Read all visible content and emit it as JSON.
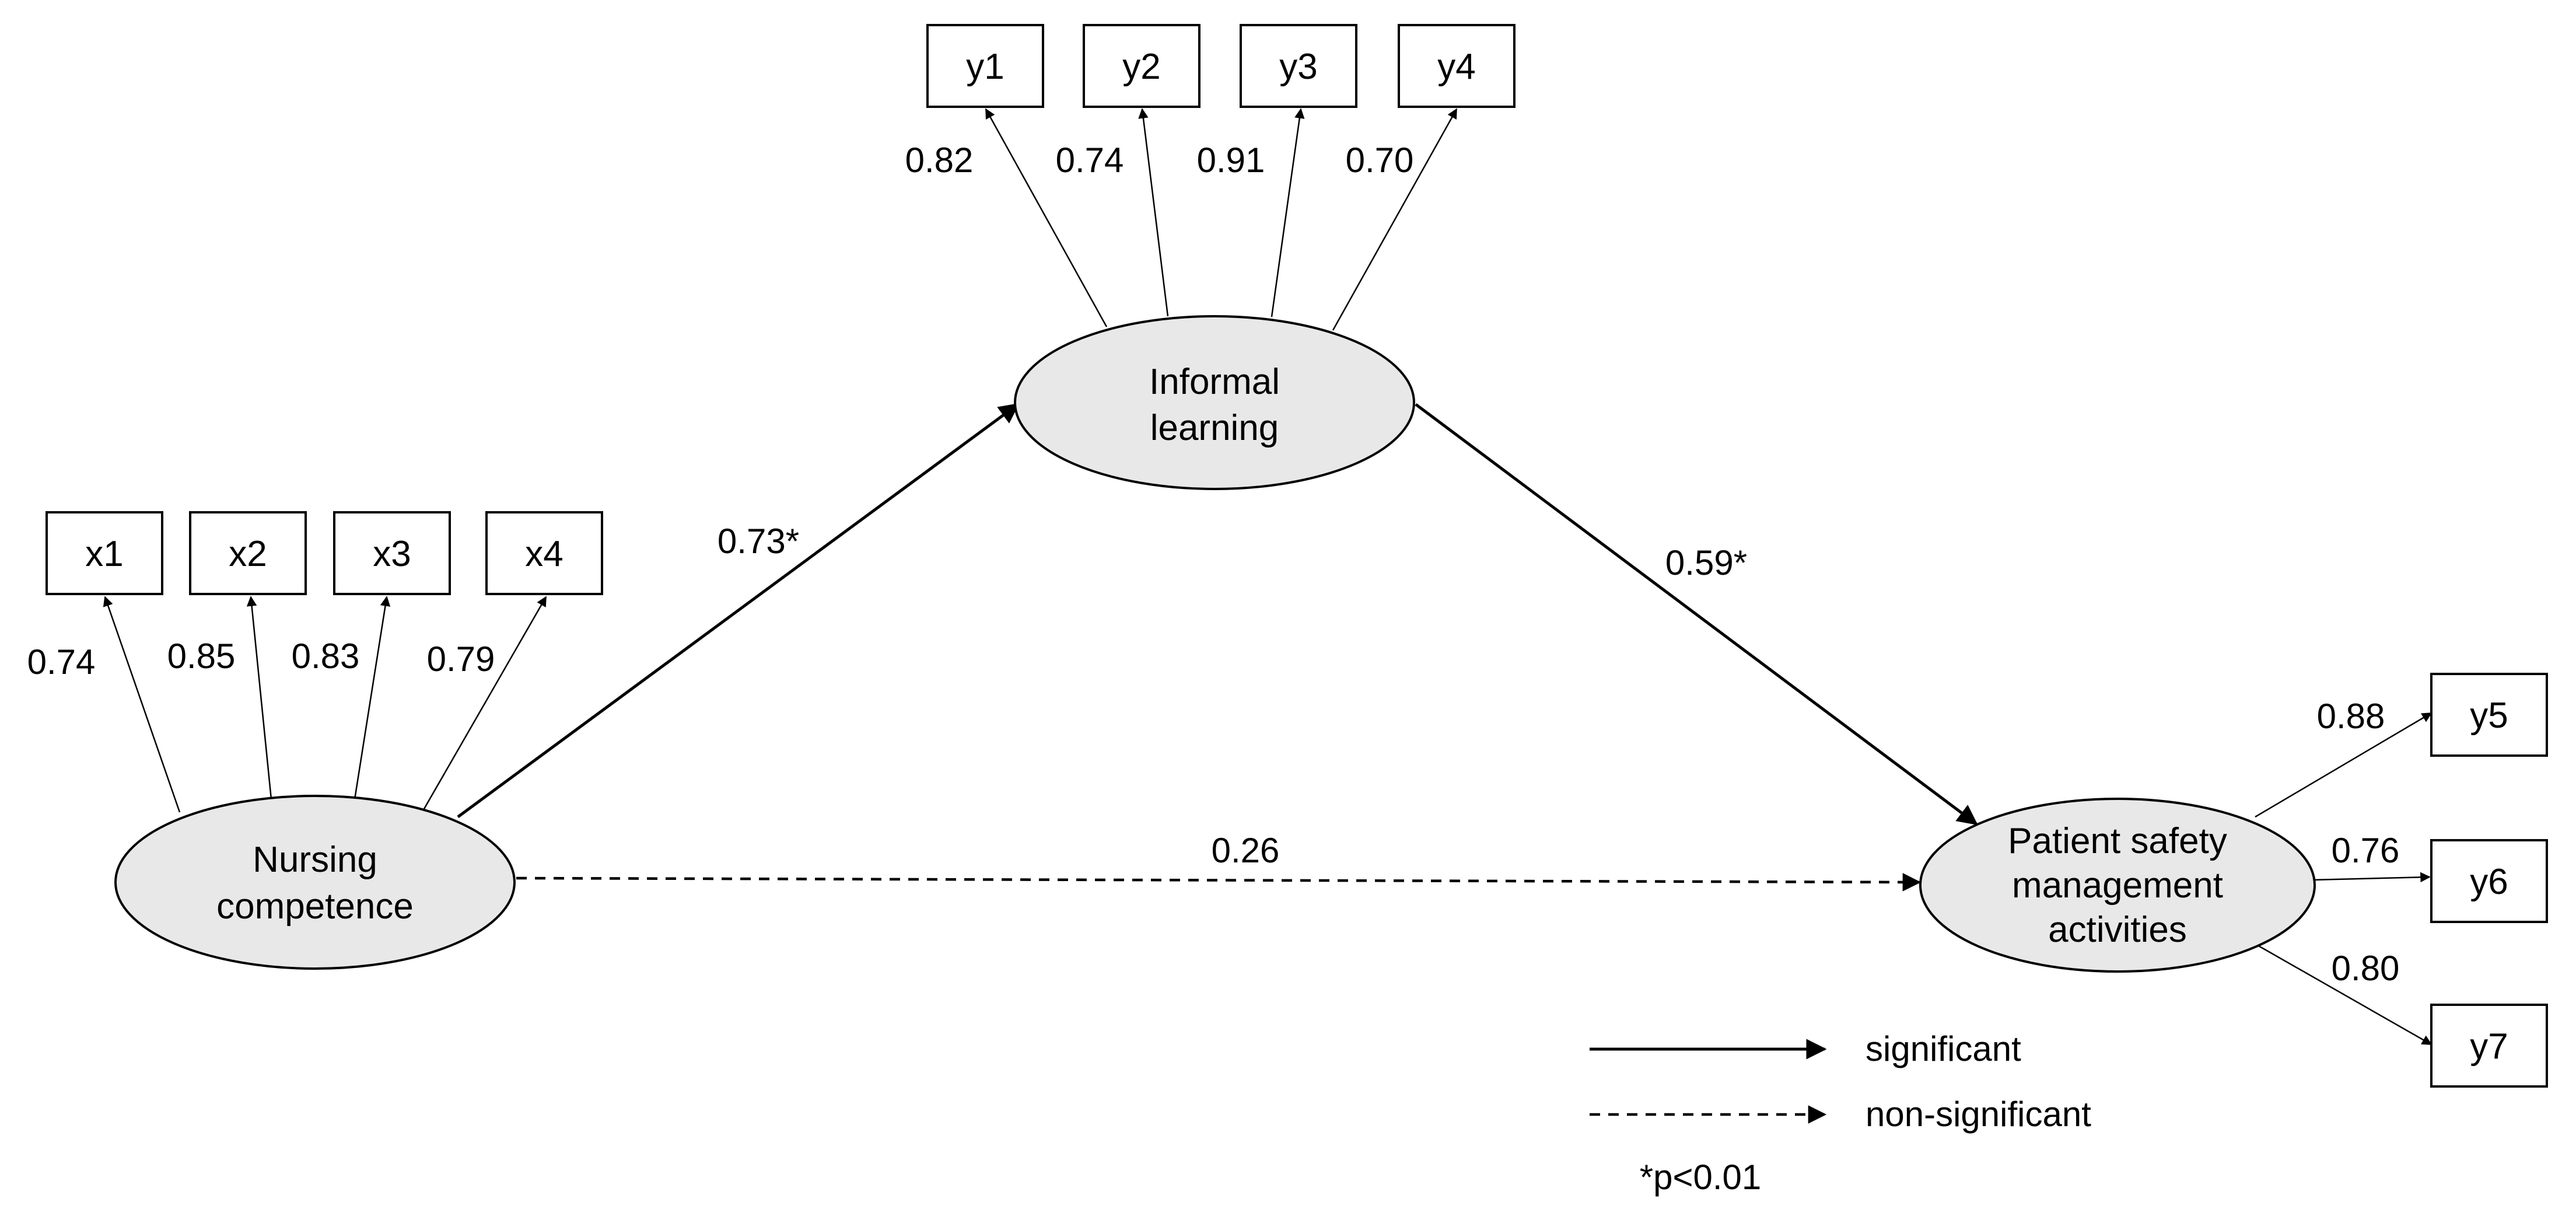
{
  "nodes": {
    "nursing_competence": {
      "line1": "Nursing",
      "line2": "competence"
    },
    "informal_learning": {
      "line1": "Informal",
      "line2": "learning"
    },
    "patient_safety": {
      "line1": "Patient safety",
      "line2": "management",
      "line3": "activities"
    }
  },
  "indicators": {
    "x1": "x1",
    "x2": "x2",
    "x3": "x3",
    "x4": "x4",
    "y1": "y1",
    "y2": "y2",
    "y3": "y3",
    "y4": "y4",
    "y5": "y5",
    "y6": "y6",
    "y7": "y7"
  },
  "loadings": {
    "x1": "0.74",
    "x2": "0.85",
    "x3": "0.83",
    "x4": "0.79",
    "y1": "0.82",
    "y2": "0.74",
    "y3": "0.91",
    "y4": "0.70",
    "y5": "0.88",
    "y6": "0.76",
    "y7": "0.80"
  },
  "paths": {
    "nc_to_il": "0.73*",
    "il_to_psm": "0.59*",
    "nc_to_psm": "0.26"
  },
  "legend": {
    "significant": "significant",
    "non_significant": "non-significant",
    "note": "*p<0.01"
  },
  "colors": {
    "latent_fill": "#e8e8e8",
    "stroke": "#000000",
    "background": "#ffffff"
  }
}
